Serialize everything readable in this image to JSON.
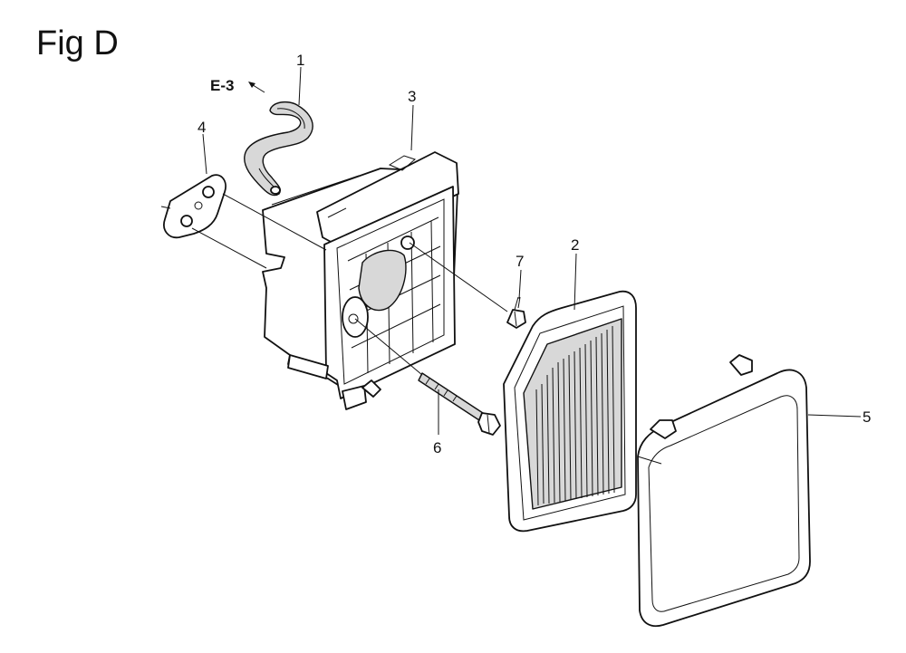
{
  "figure": {
    "title": "Fig D",
    "reference": "E-3"
  },
  "callouts": [
    {
      "id": "1",
      "label": "1"
    },
    {
      "id": "2",
      "label": "2"
    },
    {
      "id": "3",
      "label": "3"
    },
    {
      "id": "4",
      "label": "4"
    },
    {
      "id": "5",
      "label": "5"
    },
    {
      "id": "6",
      "label": "6"
    },
    {
      "id": "7",
      "label": "7"
    }
  ],
  "parts": [
    {
      "id": "1",
      "icon": "breather-tube-icon"
    },
    {
      "id": "2",
      "icon": "air-filter-element-icon"
    },
    {
      "id": "3",
      "icon": "air-cleaner-case-icon"
    },
    {
      "id": "4",
      "icon": "gasket-icon"
    },
    {
      "id": "5",
      "icon": "air-cleaner-cover-icon"
    },
    {
      "id": "6",
      "icon": "long-bolt-icon"
    },
    {
      "id": "7",
      "icon": "short-bolt-icon"
    }
  ]
}
